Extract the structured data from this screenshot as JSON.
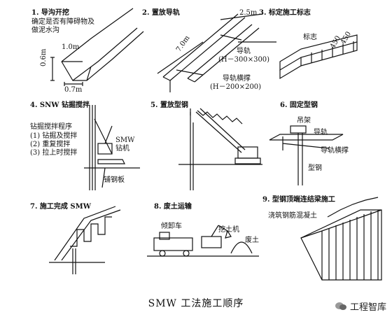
{
  "steps": [
    {
      "title": "1. 导沟开挖",
      "notes": [
        "确定是否有障碍物及",
        "做泥水沟"
      ],
      "dims": [
        "1.0m",
        "0.6m",
        "0.7m"
      ]
    },
    {
      "title": "2. 置放导轨",
      "dims": [
        "2.5m",
        "7.0m"
      ],
      "labels": [
        "导轨",
        "(H－300×300)",
        "导轨横撑",
        "(H－200×200)"
      ]
    },
    {
      "title": "3. 标定施工标志",
      "labels": [
        "标志",
        "450",
        "450"
      ]
    },
    {
      "title": "4. SNW 钻掘搅拌",
      "notes": [
        "钻掘搅拌程序",
        "(1) 钻掘及搅拌",
        "(2) 重复搅拌",
        "(3) 拉上时搅拌"
      ],
      "labels": [
        "SMW",
        "钻机",
        "铺钢板"
      ]
    },
    {
      "title": "5. 置放型钢"
    },
    {
      "title": "6. 固定型钢",
      "labels": [
        "吊架",
        "导轨",
        "导轨横撑",
        "型钢"
      ]
    },
    {
      "title": "7. 施工完成 SMW"
    },
    {
      "title": "8. 废土运输",
      "labels": [
        "倾卸车",
        "挖土机",
        "废土"
      ]
    },
    {
      "title": "9. 型钢顶端连结梁施工",
      "labels": [
        "浇筑钢筋混凝土"
      ]
    }
  ],
  "caption": "SMW 工法施工顺序",
  "watermark": "工程智库"
}
